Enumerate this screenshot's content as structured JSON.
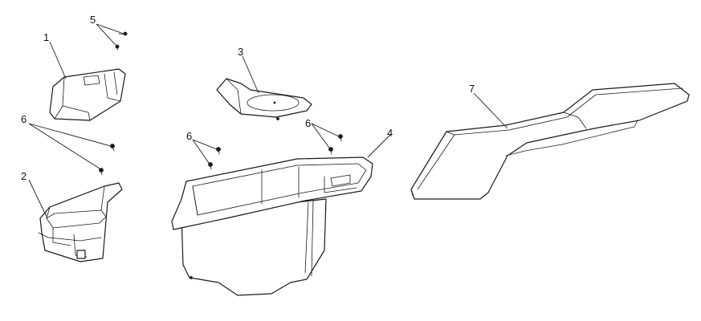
{
  "callouts": {
    "c1": "1",
    "c2": "2",
    "c3": "3",
    "c4": "4",
    "c5": "5",
    "c6a": "6",
    "c6b": "6",
    "c6c": "6",
    "c7": "7"
  },
  "colors": {
    "line": "#1a1a1a",
    "background": "#ffffff"
  }
}
